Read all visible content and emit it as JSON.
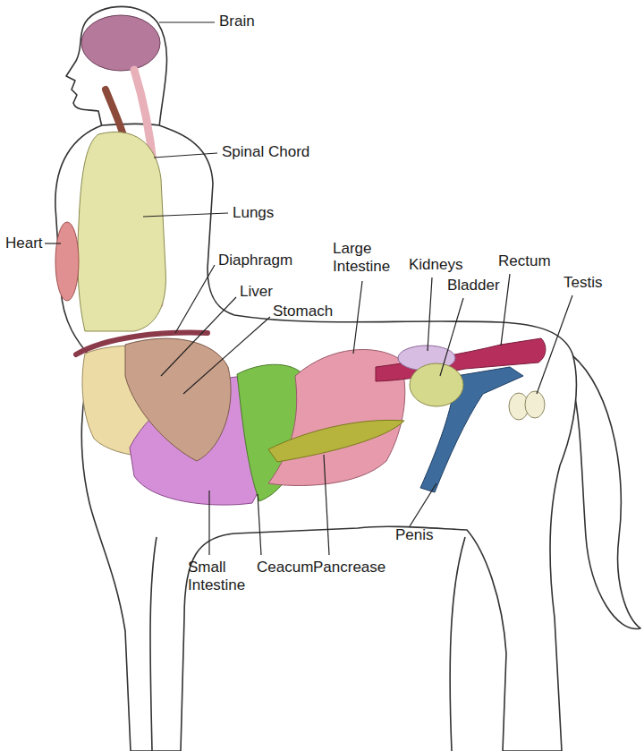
{
  "diagram": {
    "labels": [
      "Brain",
      "Spinal Chord",
      "Lungs",
      "Heart",
      "Diaphragm",
      "Large Intestine",
      "Kidneys",
      "Rectum",
      "Bladder",
      "Testis",
      "Liver",
      "Stomach",
      "Penis",
      "Small Intestine",
      "Ceacum",
      "Pancrease"
    ]
  }
}
